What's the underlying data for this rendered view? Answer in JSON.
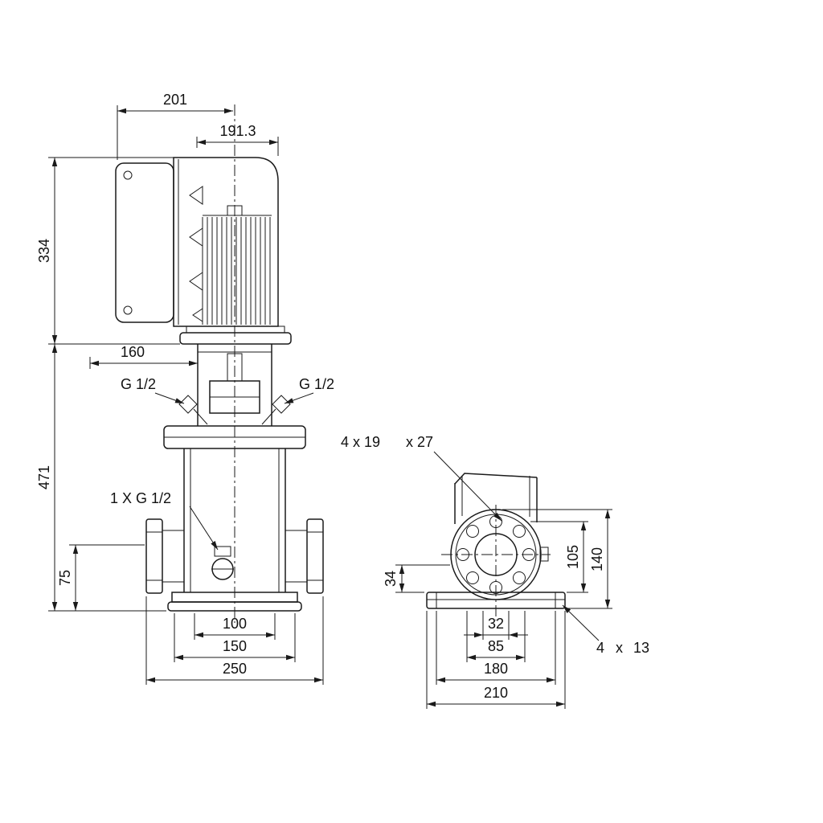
{
  "labels": {
    "dim_201": "201",
    "dim_191_3": "191.3",
    "dim_334": "334",
    "dim_160": "160",
    "dim_471": "471",
    "port_left": "G 1/2",
    "port_right": "G 1/2",
    "drain_port": "1 X G 1/2",
    "dim_75": "75",
    "dim_100": "100",
    "dim_150": "150",
    "dim_250": "250",
    "flange_holes_a": "4 x 19",
    "flange_holes_b": "x 27",
    "dim_34": "34",
    "dim_105": "105",
    "dim_140": "140",
    "dim_32": "32",
    "dim_85": "85",
    "dim_180": "180",
    "dim_210": "210",
    "base_holes_a": "4",
    "base_holes_b": "x",
    "base_holes_c": "13"
  },
  "colors": {
    "line": "#1a1a1a",
    "background": "#ffffff"
  }
}
